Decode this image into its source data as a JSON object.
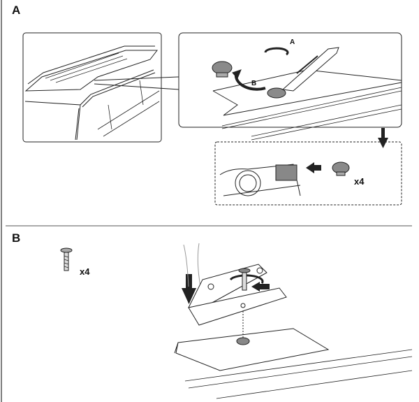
{
  "steps": [
    {
      "label": "A",
      "rotate_label": "A",
      "lift_label": "B",
      "quantity": "x4"
    },
    {
      "label": "B",
      "quantity": "x4"
    }
  ],
  "colors": {
    "line": "#222222",
    "fill_grey": "#8a8a8a"
  }
}
